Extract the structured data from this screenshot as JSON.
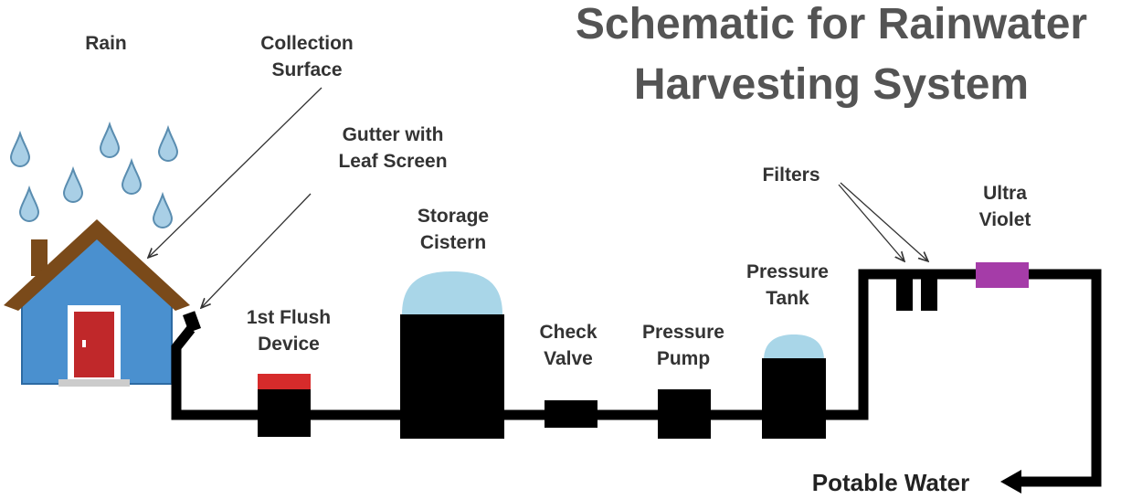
{
  "title": {
    "line1": "Schematic for Rainwater",
    "line2": "Harvesting System"
  },
  "labels": {
    "rain": "Rain",
    "collection_surface": [
      "Collection",
      "Surface"
    ],
    "gutter": [
      "Gutter with",
      "Leaf Screen"
    ],
    "first_flush": [
      "1st Flush",
      "Device"
    ],
    "storage_cistern": [
      "Storage",
      "Cistern"
    ],
    "check_valve": [
      "Check",
      "Valve"
    ],
    "pressure_pump": [
      "Pressure",
      "Pump"
    ],
    "pressure_tank": [
      "Pressure",
      "Tank"
    ],
    "filters": "Filters",
    "ultra_violet": [
      "Ultra",
      "Violet"
    ],
    "potable_water": "Potable Water"
  },
  "colors": {
    "title": "#545454",
    "pipe": "#000000",
    "water": "#a9d6e8",
    "house_wall": "#4a90cf",
    "roof": "#7a4a1a",
    "door": "#c0282a",
    "flush_cap": "#d62b2b",
    "uv_lamp": "#a53ca8",
    "raindrop": "#a9cfe6"
  },
  "icons": {
    "raindrop": "raindrop-icon",
    "house": "house-icon",
    "arrow": "pointer-arrow-icon"
  }
}
